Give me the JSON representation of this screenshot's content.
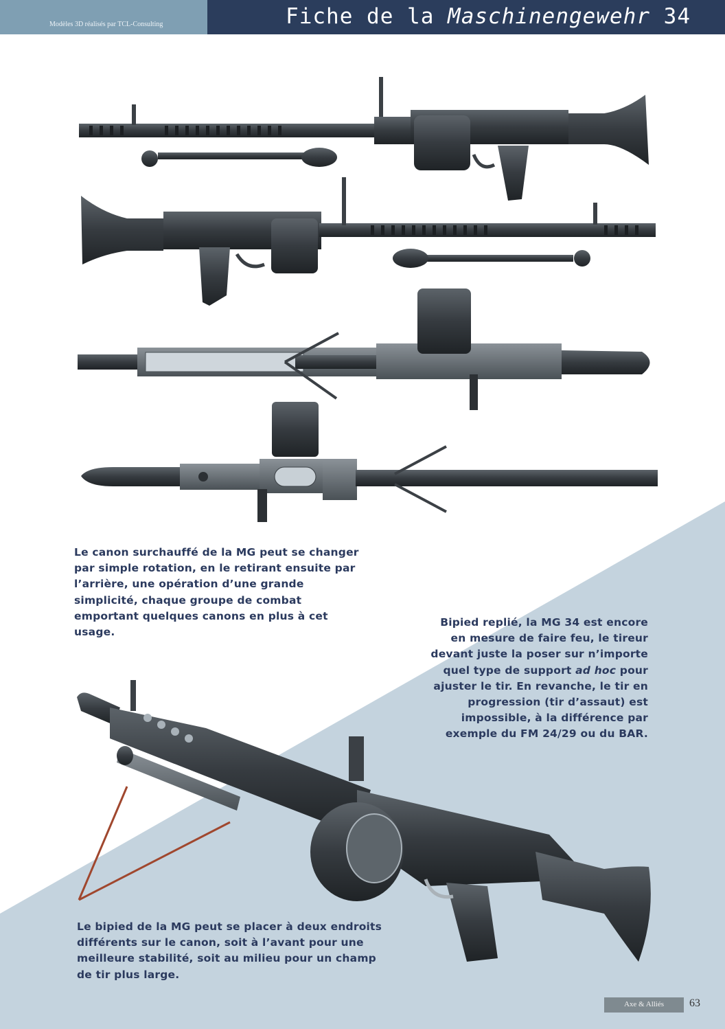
{
  "header": {
    "credit": "Modèles 3D réalisés par TCL-Consulting",
    "title_plain": "Fiche de la ",
    "title_italic": "Maschinengewehr",
    "title_end": " 34"
  },
  "captions": {
    "barrel_change": "Le canon surchauffé de la MG peut se changer par simple rotation, en le retirant ensuite par l’arrière, une opération d’une grande simplicité, chaque groupe de combat emportant quelques canons en plus à cet usage.",
    "bipod_folded_1": "Bipied replié, la MG 34 est encore en mesure de faire feu, le tireur devant juste la poser sur n’importe quel type de support",
    "bipod_folded_italic": "ad hoc",
    "bipod_folded_2": " pour ajuster le tir. En revanche, le tir en progression (tir d’assaut) est impossible, à la différence par exemple du FM 24/29 ou du BAR.",
    "bipod_positions": "Le bipied de la MG peut se placer à deux endroits différents sur le canon, soit à l’avant pour une meilleure stabilité, soit au milieu pour un champ de tir plus large."
  },
  "footer": {
    "magazine": "Axe & Alliés",
    "page": "63"
  },
  "colors": {
    "header_light": "#7f9fb3",
    "header_dark": "#2b3d5c",
    "background_tri": "#c4d3de",
    "caption_text": "#2b3a5e",
    "gun_metal": "#3b4045",
    "pointer_lines": "#a0472e"
  }
}
